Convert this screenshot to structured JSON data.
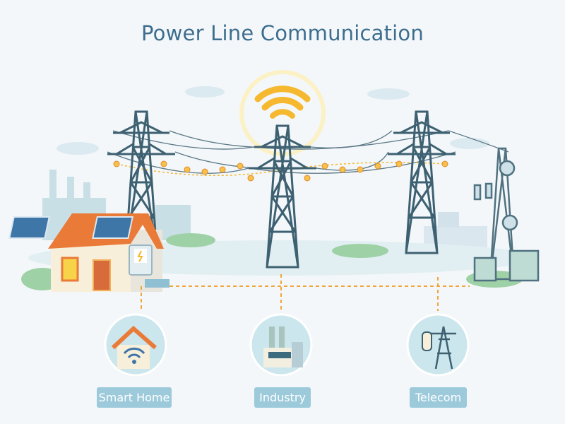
{
  "title": "Power Line Communication",
  "applications": [
    {
      "label": "Smart Home",
      "icon": "smart-home-icon"
    },
    {
      "label": "Industry",
      "icon": "factory-icon"
    },
    {
      "label": "Telecom",
      "icon": "telecom-tower-icon"
    }
  ],
  "colors": {
    "title": "#3d6e8e",
    "label_bg": "#9ccadb",
    "signal": "#f5b82e",
    "dashed_link": "#f0a53a",
    "tower": "#3e6172",
    "roof": "#ea7a37"
  }
}
